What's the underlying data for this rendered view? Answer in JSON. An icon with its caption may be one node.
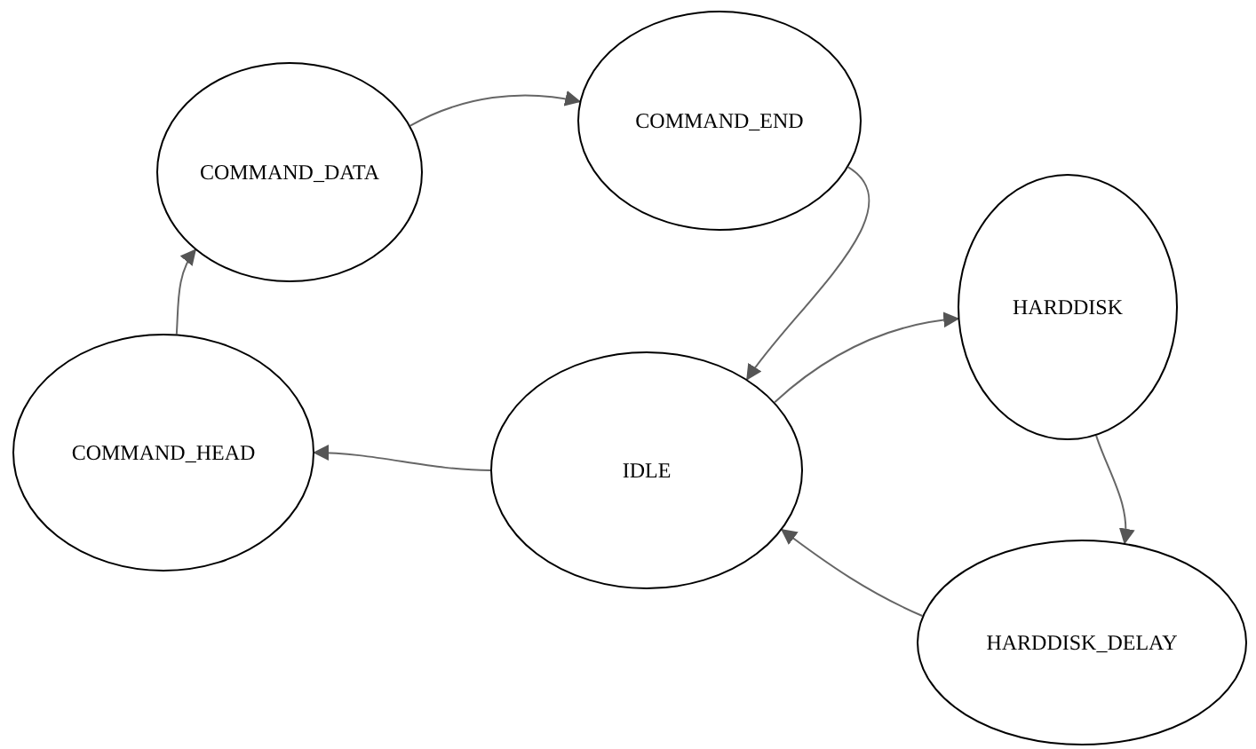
{
  "diagram": {
    "nodes": [
      {
        "text": [
          "COMMAND_DATA"
        ]
      },
      {
        "text": [
          "COMMAND_END"
        ]
      },
      {
        "text": [
          "HARDDISK"
        ]
      },
      {
        "text": [
          "IDLE"
        ]
      },
      {
        "text": [
          "COMMAND_HEAD"
        ]
      },
      {
        "text": [
          "HARDDISK_DELAY"
        ]
      }
    ],
    "edges": [
      {
        "from": 0,
        "to": 1,
        "arrow": "to"
      },
      {
        "from": 1,
        "to": 3,
        "arrow": "to"
      },
      {
        "from": 3,
        "to": 2,
        "arrow": "to"
      },
      {
        "from": 2,
        "to": 5,
        "arrow": "to"
      },
      {
        "from": 5,
        "to": 3,
        "arrow": "to"
      },
      {
        "from": 3,
        "to": 4,
        "arrow": "to"
      },
      {
        "from": 4,
        "to": 0,
        "arrow": "to"
      }
    ]
  }
}
